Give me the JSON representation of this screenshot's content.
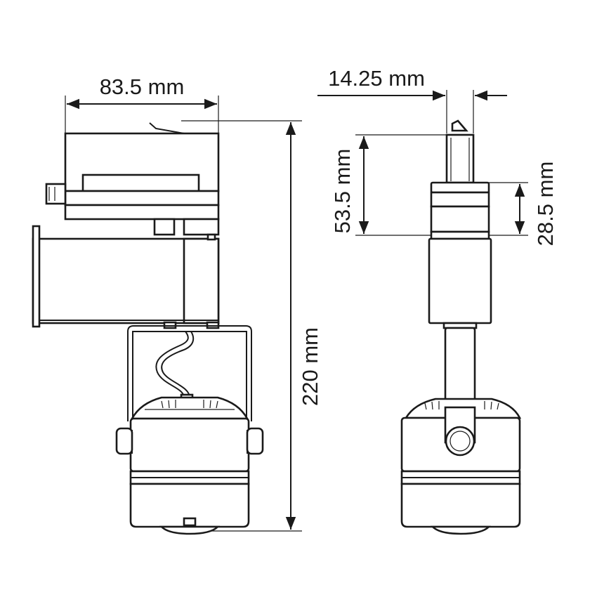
{
  "dimensions": {
    "width_label": "83.5 mm",
    "depth_label": "14.25 mm",
    "adapter_height_label": "53.5 mm",
    "adapter_lower_label": "28.5 mm",
    "total_height_label": "220 mm"
  },
  "colors": {
    "line": "#1a1a1a",
    "background": "#ffffff"
  }
}
